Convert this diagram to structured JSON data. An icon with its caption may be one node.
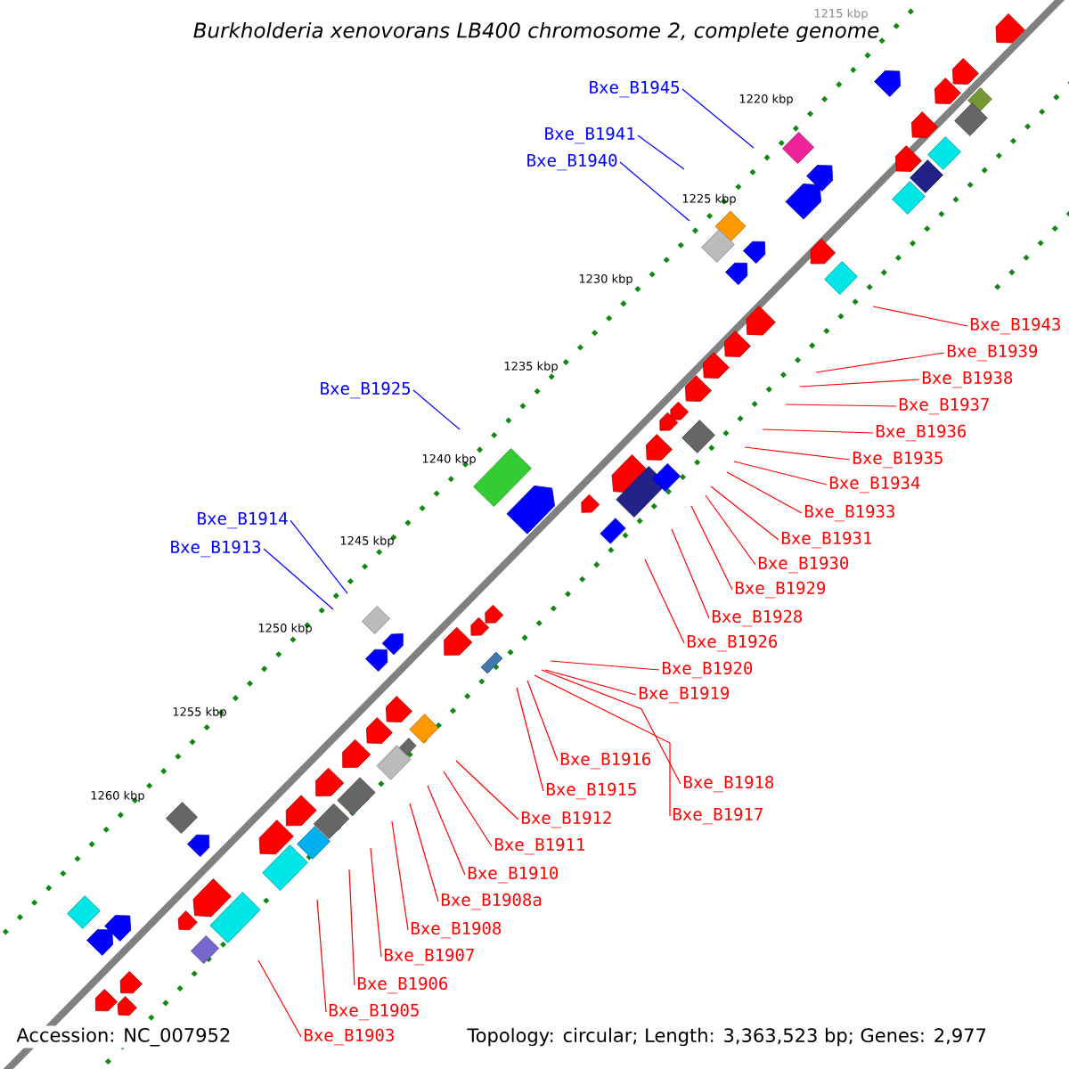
{
  "diagram": {
    "title": "Burkholderia xenovorans LB400 chromosome 2, complete genome",
    "nodes": [
      {
        "text": [
          "Bxe_B1945"
        ]
      },
      {
        "text": [
          "Bxe_B1941"
        ]
      },
      {
        "text": [
          "Bxe_B1940"
        ]
      },
      {
        "text": [
          "Bxe_B1943"
        ]
      },
      {
        "text": [
          "Bxe_B1939"
        ]
      },
      {
        "text": [
          "Bxe_B1938"
        ]
      },
      {
        "text": [
          "Bxe_B1925"
        ]
      },
      {
        "text": [
          "Bxe_B1937"
        ]
      },
      {
        "text": [
          "Bxe_B1936"
        ]
      },
      {
        "text": [
          "Bxe_B1935"
        ]
      },
      {
        "text": [
          "Bxe_B1934"
        ]
      },
      {
        "text": [
          "Bxe_B1933"
        ]
      },
      {
        "text": [
          "Bxe_B1914"
        ]
      },
      {
        "text": [
          "Bxe_B1931"
        ]
      },
      {
        "text": [
          "Bxe_B1913"
        ]
      },
      {
        "text": [
          "Bxe_B1930"
        ]
      },
      {
        "text": [
          "Bxe_B1929"
        ]
      },
      {
        "text": [
          "Bxe_B1928"
        ]
      },
      {
        "text": [
          "Bxe_B1926"
        ]
      },
      {
        "text": [
          "Bxe_B1920"
        ]
      },
      {
        "text": [
          "Bxe_B1919"
        ]
      },
      {
        "text": [
          "Bxe_B1916"
        ]
      },
      {
        "text": [
          "Bxe_B1918"
        ]
      },
      {
        "text": [
          "Bxe_B1915"
        ]
      },
      {
        "text": [
          "Bxe_B1917"
        ]
      },
      {
        "text": [
          "Bxe_B1912"
        ]
      },
      {
        "text": [
          "Bxe_B1911"
        ]
      },
      {
        "text": [
          "Bxe_B1910"
        ]
      },
      {
        "text": [
          "Bxe_B1908a"
        ]
      },
      {
        "text": [
          "Bxe_B1908"
        ]
      },
      {
        "text": [
          "Bxe_B1907"
        ]
      },
      {
        "text": [
          "Bxe_B1906"
        ]
      },
      {
        "text": [
          "Bxe_B1905"
        ]
      },
      {
        "text": [
          "Bxe_B1903"
        ]
      }
    ],
    "edges": [
      {
        "from": 0,
        "to": null,
        "arrow": "none",
        "color": "#0000ff"
      },
      {
        "from": 1,
        "to": null,
        "arrow": "none",
        "color": "#0000ff"
      },
      {
        "from": 2,
        "to": null,
        "arrow": "none",
        "color": "#0000ff"
      },
      {
        "from": 3,
        "to": null,
        "arrow": "none"
      },
      {
        "from": 4,
        "to": null,
        "arrow": "none"
      },
      {
        "from": 5,
        "to": null,
        "arrow": "none"
      },
      {
        "from": 6,
        "to": null,
        "arrow": "none",
        "color": "#0000ff"
      },
      {
        "from": 7,
        "to": null,
        "arrow": "none"
      },
      {
        "from": 8,
        "to": null,
        "arrow": "none"
      },
      {
        "from": 9,
        "to": null,
        "arrow": "none"
      },
      {
        "from": 10,
        "to": null,
        "arrow": "none"
      },
      {
        "from": 11,
        "to": null,
        "arrow": "none"
      },
      {
        "from": 12,
        "to": null,
        "arrow": "none",
        "color": "#0000ff"
      },
      {
        "from": 13,
        "to": null,
        "arrow": "none"
      },
      {
        "from": 14,
        "to": null,
        "arrow": "none",
        "color": "#0000ff"
      },
      {
        "from": 15,
        "to": null,
        "arrow": "none"
      },
      {
        "from": 16,
        "to": null,
        "arrow": "none"
      },
      {
        "from": 17,
        "to": null,
        "arrow": "none"
      },
      {
        "from": 18,
        "to": null,
        "arrow": "none"
      },
      {
        "from": 19,
        "to": null,
        "arrow": "none"
      },
      {
        "from": 20,
        "to": null,
        "arrow": "none"
      },
      {
        "from": 21,
        "to": null,
        "arrow": "none"
      },
      {
        "from": 22,
        "to": null,
        "arrow": "none"
      },
      {
        "from": 23,
        "to": null,
        "arrow": "none"
      },
      {
        "from": 24,
        "to": null,
        "arrow": "none"
      },
      {
        "from": 25,
        "to": null,
        "arrow": "none"
      },
      {
        "from": 26,
        "to": null,
        "arrow": "none"
      },
      {
        "from": 27,
        "to": null,
        "arrow": "none"
      },
      {
        "from": 28,
        "to": null,
        "arrow": "none"
      },
      {
        "from": 29,
        "to": null,
        "arrow": "none"
      },
      {
        "from": 30,
        "to": null,
        "arrow": "none"
      },
      {
        "from": 31,
        "to": null,
        "arrow": "none"
      },
      {
        "from": 32,
        "to": null,
        "arrow": "none"
      },
      {
        "from": 33,
        "to": null,
        "arrow": "none"
      }
    ],
    "labels": [
      "1215 kbp",
      "1220 kbp",
      "1225 kbp",
      "1230 kbp",
      "1235 kbp",
      "1240 kbp",
      "1245 kbp",
      "1250 kbp",
      "1255 kbp",
      "1260 kbp",
      "Accession: NC_007952",
      "Topology: circular; Length: 3,363,523 bp; Genes: 2,977"
    ]
  }
}
